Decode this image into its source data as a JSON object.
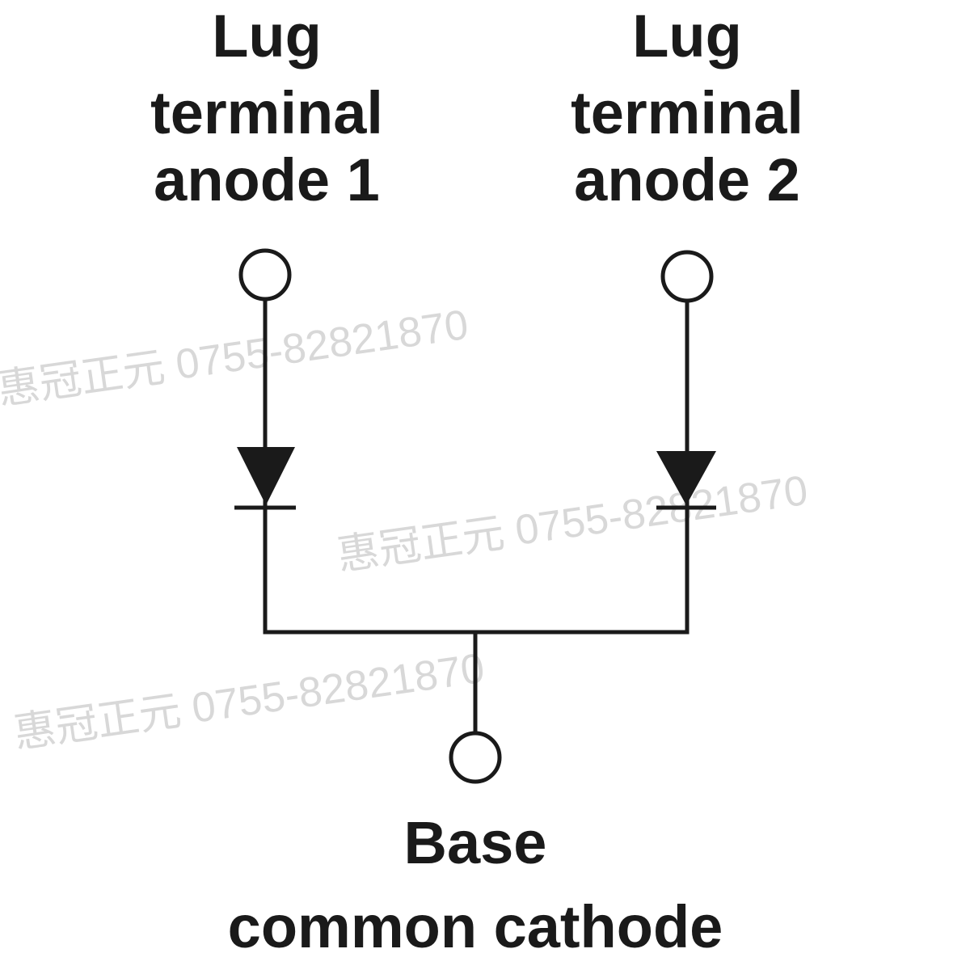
{
  "labels": {
    "anode1": [
      "Lug",
      "terminal",
      "anode 1"
    ],
    "anode2": [
      "Lug",
      "terminal",
      "anode 2"
    ],
    "cathode": [
      "Base",
      "common cathode"
    ]
  },
  "watermark": "惠冠正元 0755-82821870",
  "colors": {
    "line": "#1a1a1a",
    "watermark": "#d8d8d8"
  }
}
